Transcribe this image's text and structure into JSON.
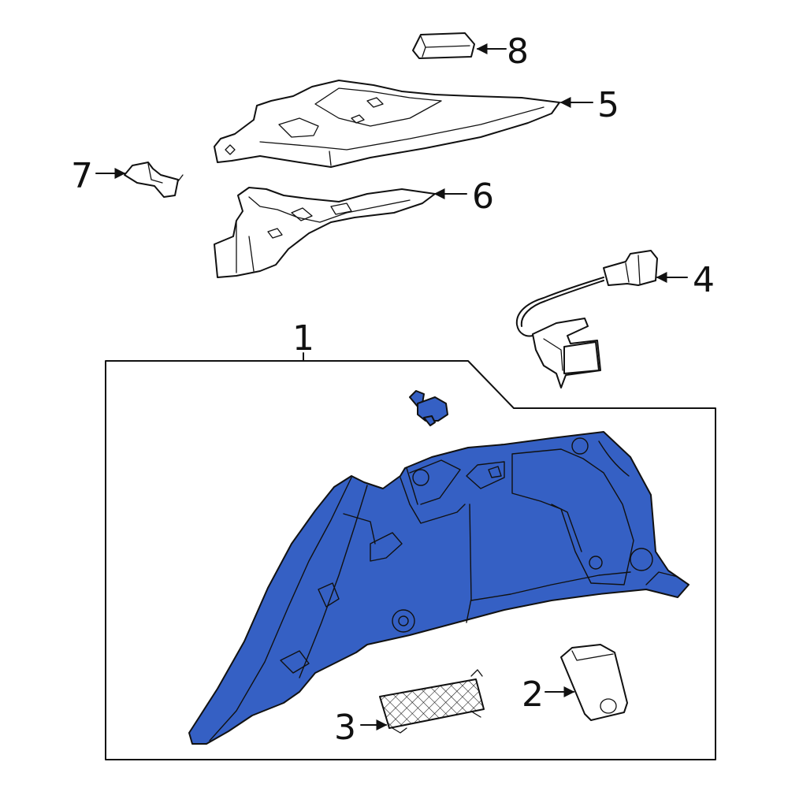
{
  "diagram": {
    "highlight_color": "#3560c4",
    "line_color": "#111111",
    "background_color": "#ffffff",
    "callouts": [
      {
        "id": "1",
        "label": "1"
      },
      {
        "id": "2",
        "label": "2"
      },
      {
        "id": "3",
        "label": "3"
      },
      {
        "id": "4",
        "label": "4"
      },
      {
        "id": "5",
        "label": "5"
      },
      {
        "id": "6",
        "label": "6"
      },
      {
        "id": "7",
        "label": "7"
      },
      {
        "id": "8",
        "label": "8"
      }
    ]
  }
}
